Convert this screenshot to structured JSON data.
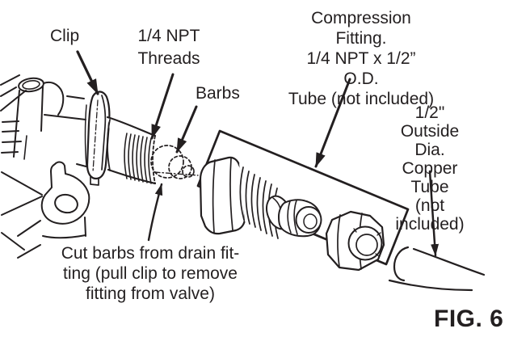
{
  "figure": {
    "caption": "FIG. 6",
    "labels": {
      "clip": "Clip",
      "npt_threads": "1/4 NPT\nThreads",
      "barbs": "Barbs",
      "compression_fitting": "Compression Fitting.\n1/4 NPT x 1/2” O.D.\nTube (not included)",
      "copper_tube": "1/2\" Outside Dia.\nCopper Tube\n(not included)",
      "cut_barbs": "Cut barbs from drain fit-\nting (pull clip to remove\nfitting from valve)"
    },
    "colors": {
      "ink": "#231f20",
      "background": "#ffffff"
    },
    "icons": {
      "arrows": [
        "clip-arrow",
        "npt-threads-arrow",
        "barbs-arrow",
        "compression-fitting-arrow",
        "cut-barbs-arrow",
        "copper-tube-arrow"
      ]
    }
  }
}
